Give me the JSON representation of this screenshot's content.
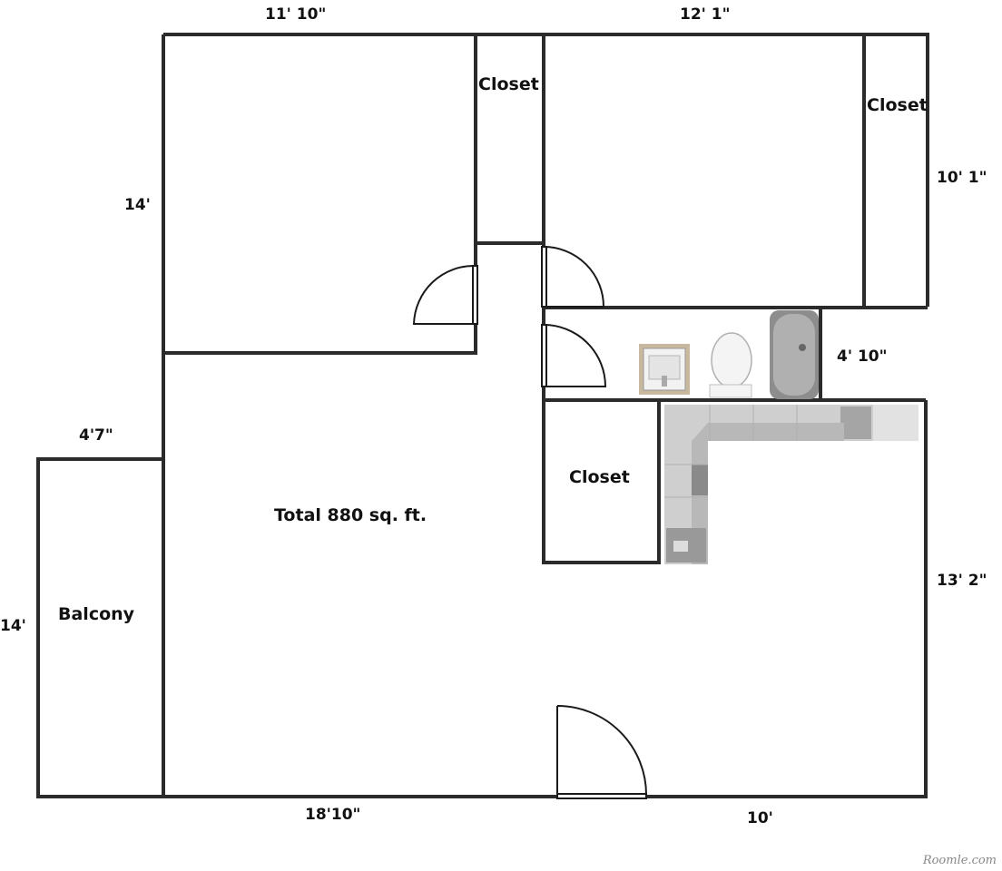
{
  "plan": {
    "total_area": "Total 880 sq. ft.",
    "rooms": {
      "closet_top_left": "Closet",
      "closet_top_right": "Closet",
      "closet_middle": "Closet",
      "balcony": "Balcony"
    },
    "dimensions": {
      "bedroom1_width": "11' 10\"",
      "bedroom2_width": "12' 1\"",
      "bedroom1_depth": "14'",
      "bedroom2_depth": "10' 1\"",
      "bathroom_depth": "4' 10\"",
      "balcony_width": "4'7\"",
      "balcony_depth": "14'",
      "kitchen_depth": "13' 2\"",
      "living_width": "18'10\"",
      "kitchen_width": "10'"
    },
    "watermark": "Roomle.com",
    "colors": {
      "wall": "#2b2b2b",
      "floor": "#ffffff",
      "fixture": "#9a9a9a"
    }
  }
}
